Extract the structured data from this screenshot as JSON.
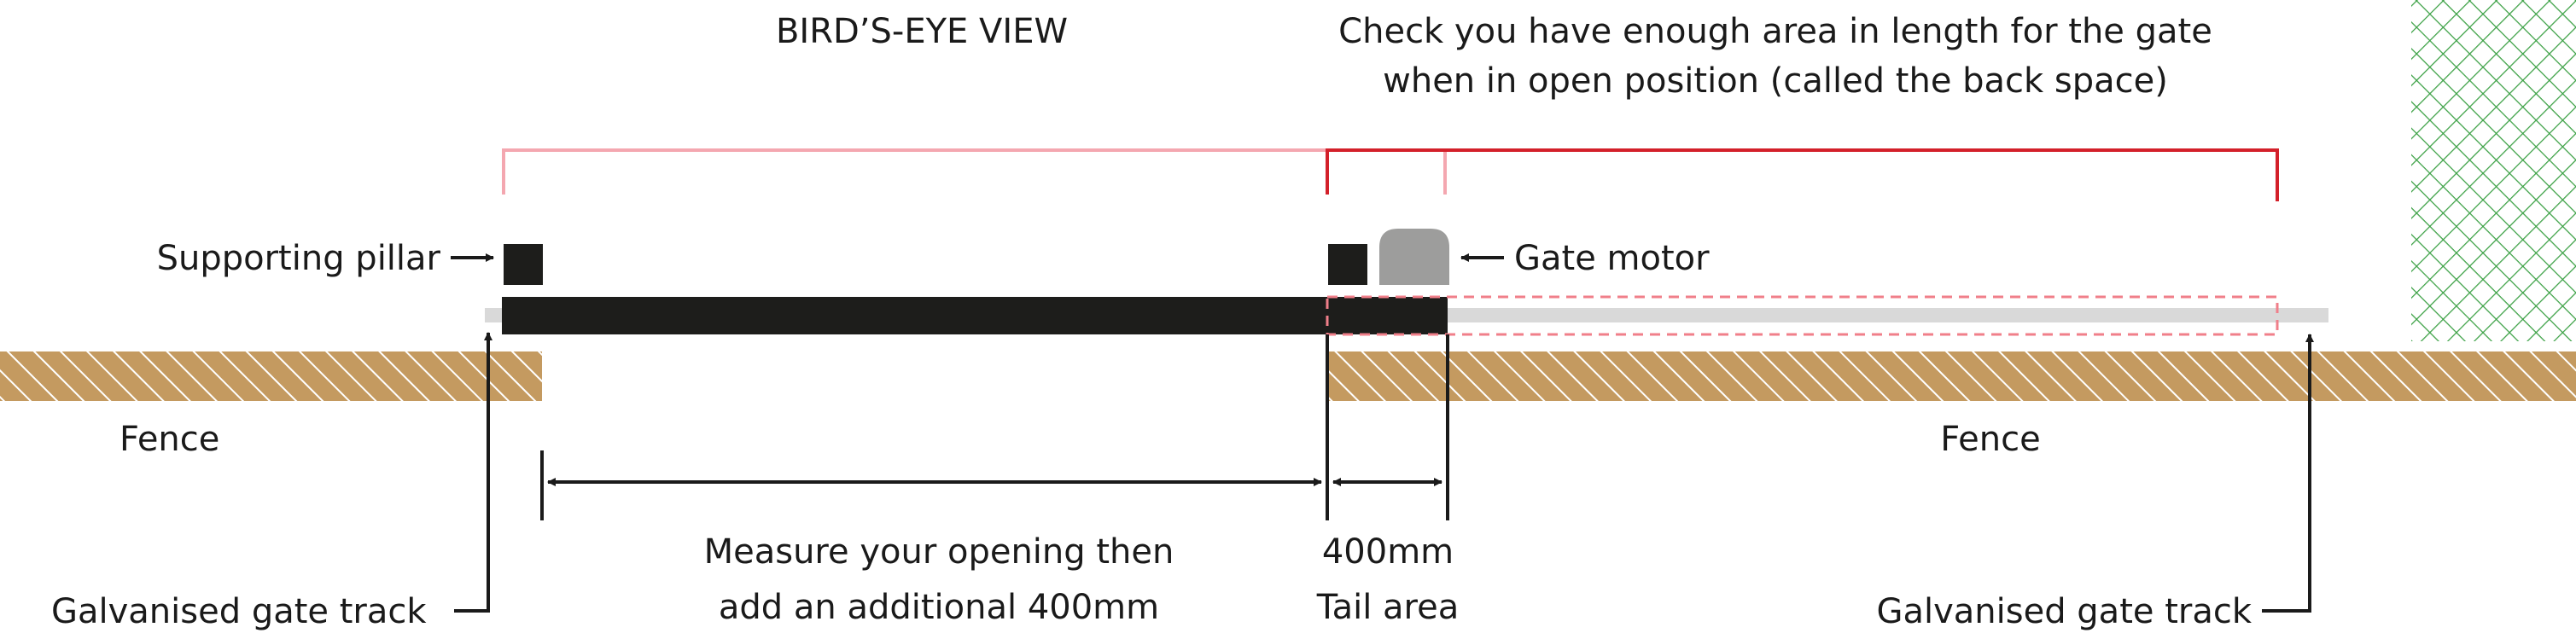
{
  "title": "BIRD’S-EYE VIEW",
  "back_space_note": {
    "line1": "Check you have enough area in length for the gate",
    "line2": "when in open position (called the back space)"
  },
  "labels": {
    "supporting_pillar": "Supporting pillar",
    "gate_motor": "Gate motor",
    "fence_left": "Fence",
    "fence_right": "Fence",
    "track_left": "Galvanised gate track",
    "track_right": "Galvanised gate track",
    "tail_measure": "400mm",
    "tail_area": "Tail area",
    "opening_line1": "Measure your opening then",
    "opening_line2": "add an additional 400mm"
  },
  "colors": {
    "gate": "#1d1d1b",
    "track": "#d9d9d9",
    "fence": "#c49a60",
    "bracket_light": "#f4a7b0",
    "bracket_red": "#d3202a",
    "dashed_gate": "#f07f8a",
    "motor": "#9d9d9c",
    "hatch": "#3aa043",
    "text": "#1a1a1a"
  },
  "icons": [
    "arrow-right-icon",
    "arrow-left-icon",
    "double-arrow-icon"
  ]
}
